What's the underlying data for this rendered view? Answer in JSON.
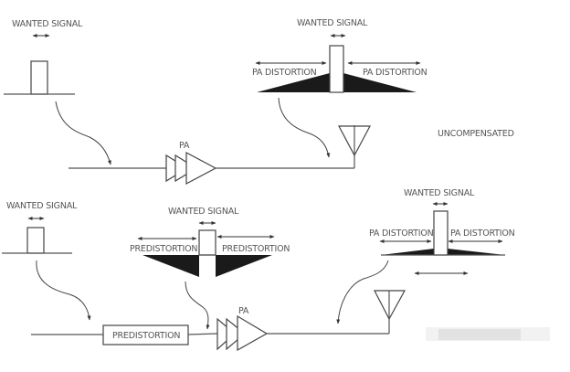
{
  "diagram": {
    "uncompensated": {
      "title": "UNCOMPENSATED",
      "input_label": "WANTED SIGNAL",
      "amp_label": "PA",
      "output_label": "WANTED SIGNAL",
      "distortion_left": "PA DISTORTION",
      "distortion_right": "PA DISTORTION"
    },
    "compensated": {
      "input_label": "WANTED SIGNAL",
      "predistorted_label": "WANTED SIGNAL",
      "predistortion_left": "PREDISTORTION",
      "predistortion_right": "PREDISTORTION",
      "block_label": "PREDISTORTION",
      "amp_label": "PA",
      "output_label": "WANTED SIGNAL",
      "distortion_left": "PA DISTORTION",
      "distortion_right": "PA DISTORTION"
    }
  }
}
